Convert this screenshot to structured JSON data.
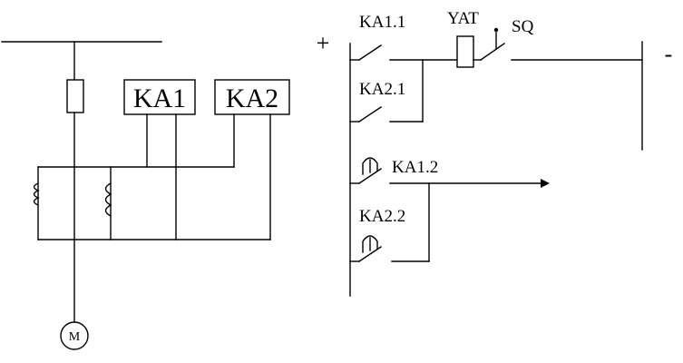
{
  "left_circuit": {
    "relay_1": "KA1",
    "relay_2": "KA2",
    "motor": "M"
  },
  "right_circuit": {
    "plus": "+",
    "minus": "-",
    "contact_ka1_1": "KA1.1",
    "contact_ka2_1": "KA2.1",
    "coil_yat": "YAT",
    "switch_sq": "SQ",
    "contact_ka1_2": "KA1.2",
    "contact_ka2_2": "KA2.2"
  }
}
